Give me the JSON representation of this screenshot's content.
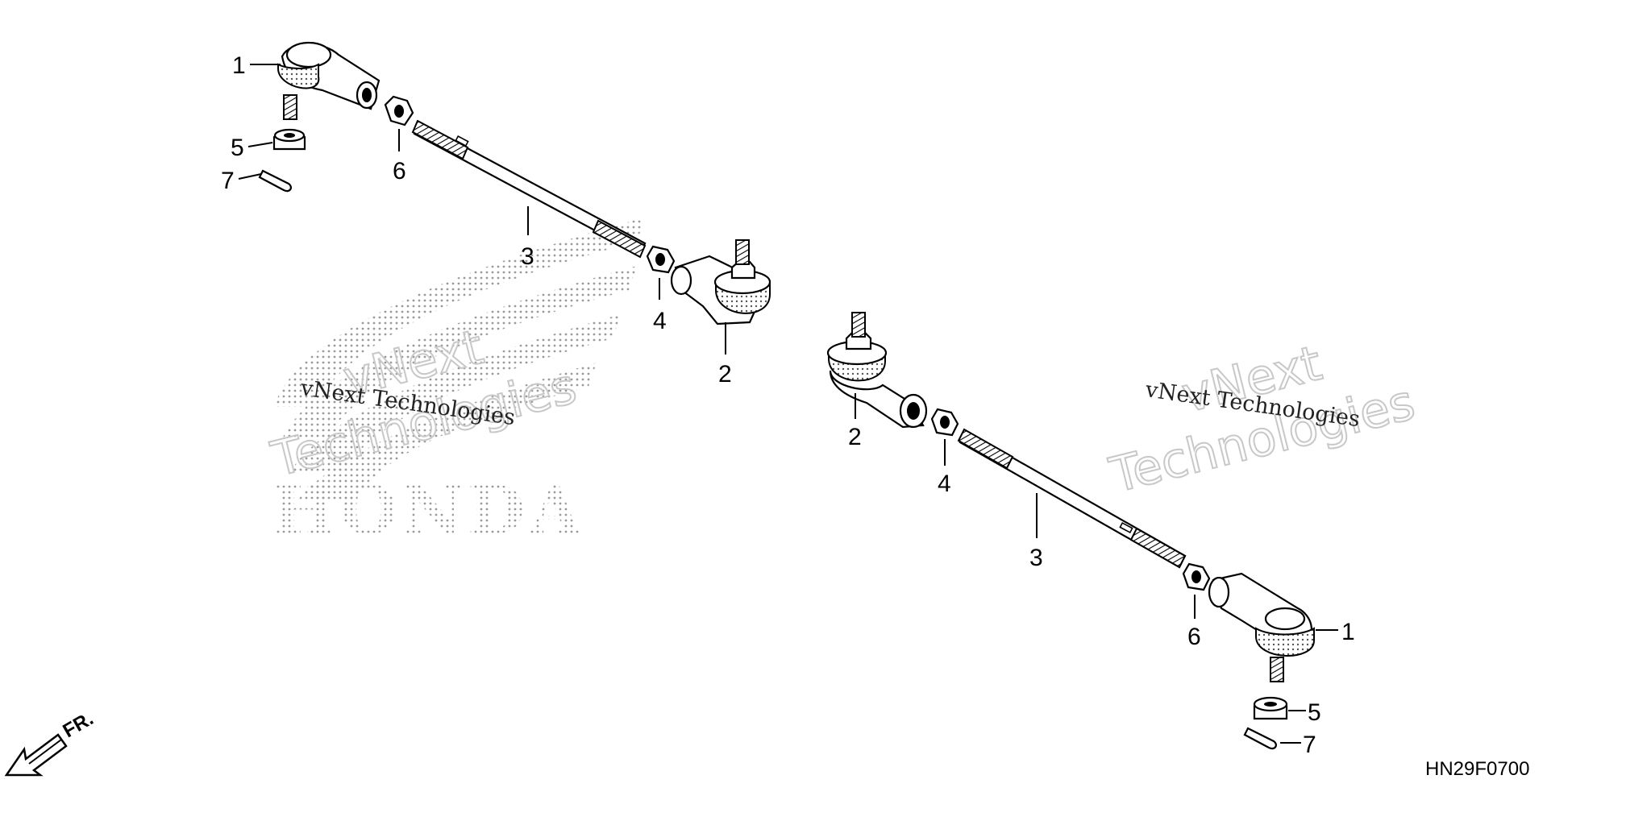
{
  "callouts": {
    "left": {
      "c1": "1",
      "c2": "2",
      "c3": "3",
      "c4": "4",
      "c5": "5",
      "c6": "6",
      "c7": "7"
    },
    "right": {
      "c1": "1",
      "c2": "2",
      "c3": "3",
      "c4": "4",
      "c5": "5",
      "c6": "6",
      "c7": "7"
    }
  },
  "diagram_code": "HN29F0700",
  "watermarks": {
    "line1": "vNext",
    "line2": "Technologies",
    "small": "vNext Technologies"
  },
  "logo_text": "HONDA",
  "direction_label": "FR."
}
